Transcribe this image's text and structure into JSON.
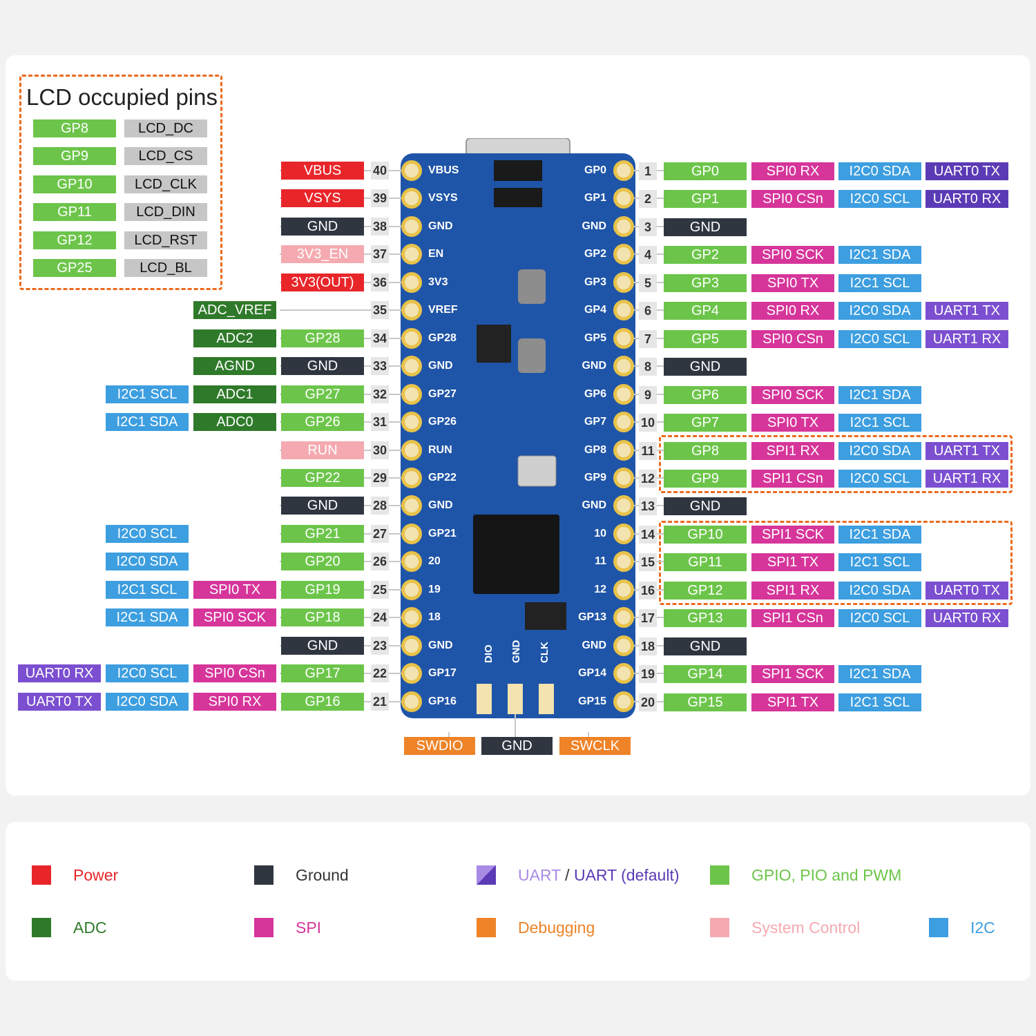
{
  "colors": {
    "power": "#e8262a",
    "ground": "#2f3640",
    "uart": "#7b4fd0",
    "uart_default": "#5b3bb5",
    "gpio": "#6cc54a",
    "adc": "#2f7a2a",
    "spi": "#d6359a",
    "debug": "#ee8327",
    "sysctl": "#f4aab0",
    "i2c": "#3d9ee0",
    "lcd": "#c6c6c6",
    "board": "#1f55a8"
  },
  "lcd_box": {
    "title": "LCD occupied pins",
    "rows": [
      {
        "gp": "GP8",
        "fn": "LCD_DC"
      },
      {
        "gp": "GP9",
        "fn": "LCD_CS"
      },
      {
        "gp": "GP10",
        "fn": "LCD_CLK"
      },
      {
        "gp": "GP11",
        "fn": "LCD_DIN"
      },
      {
        "gp": "GP12",
        "fn": "LCD_RST"
      },
      {
        "gp": "GP25",
        "fn": "LCD_BL"
      }
    ]
  },
  "left_pins": [
    {
      "num": "40",
      "silk": "VBUS",
      "tags": [
        {
          "text": "VBUS",
          "type": "power"
        }
      ]
    },
    {
      "num": "39",
      "silk": "VSYS",
      "tags": [
        {
          "text": "VSYS",
          "type": "power"
        }
      ]
    },
    {
      "num": "38",
      "silk": "GND",
      "tags": [
        {
          "text": "GND",
          "type": "ground"
        }
      ]
    },
    {
      "num": "37",
      "silk": "EN",
      "tags": [
        {
          "text": "3V3_EN",
          "type": "sysctl"
        }
      ]
    },
    {
      "num": "36",
      "silk": "3V3",
      "tags": [
        {
          "text": "3V3(OUT)",
          "type": "power"
        }
      ]
    },
    {
      "num": "35",
      "silk": "VREF",
      "tags": [
        {
          "text": "",
          "type": "none"
        },
        {
          "text": "ADC_VREF",
          "type": "adc"
        }
      ]
    },
    {
      "num": "34",
      "silk": "GP28",
      "tags": [
        {
          "text": "GP28",
          "type": "gpio"
        },
        {
          "text": "ADC2",
          "type": "adc"
        }
      ]
    },
    {
      "num": "33",
      "silk": "GND",
      "tags": [
        {
          "text": "GND",
          "type": "ground"
        },
        {
          "text": "AGND",
          "type": "adc"
        }
      ]
    },
    {
      "num": "32",
      "silk": "GP27",
      "tags": [
        {
          "text": "GP27",
          "type": "gpio"
        },
        {
          "text": "ADC1",
          "type": "adc"
        },
        {
          "text": "I2C1 SCL",
          "type": "i2c"
        }
      ]
    },
    {
      "num": "31",
      "silk": "GP26",
      "tags": [
        {
          "text": "GP26",
          "type": "gpio"
        },
        {
          "text": "ADC0",
          "type": "adc"
        },
        {
          "text": "I2C1 SDA",
          "type": "i2c"
        }
      ]
    },
    {
      "num": "30",
      "silk": "RUN",
      "tags": [
        {
          "text": "RUN",
          "type": "sysctl"
        }
      ]
    },
    {
      "num": "29",
      "silk": "GP22",
      "tags": [
        {
          "text": "GP22",
          "type": "gpio"
        }
      ]
    },
    {
      "num": "28",
      "silk": "GND",
      "tags": [
        {
          "text": "GND",
          "type": "ground"
        }
      ]
    },
    {
      "num": "27",
      "silk": "GP21",
      "tags": [
        {
          "text": "GP21",
          "type": "gpio"
        },
        {
          "text": "",
          "type": "none"
        },
        {
          "text": "I2C0 SCL",
          "type": "i2c"
        }
      ]
    },
    {
      "num": "26",
      "silk": "20",
      "tags": [
        {
          "text": "GP20",
          "type": "gpio"
        },
        {
          "text": "",
          "type": "none"
        },
        {
          "text": "I2C0 SDA",
          "type": "i2c"
        }
      ]
    },
    {
      "num": "25",
      "silk": "19",
      "tags": [
        {
          "text": "GP19",
          "type": "gpio"
        },
        {
          "text": "SPI0 TX",
          "type": "spi"
        },
        {
          "text": "I2C1 SCL",
          "type": "i2c"
        }
      ]
    },
    {
      "num": "24",
      "silk": "18",
      "tags": [
        {
          "text": "GP18",
          "type": "gpio"
        },
        {
          "text": "SPI0 SCK",
          "type": "spi"
        },
        {
          "text": "I2C1 SDA",
          "type": "i2c"
        }
      ]
    },
    {
      "num": "23",
      "silk": "GND",
      "tags": [
        {
          "text": "GND",
          "type": "ground"
        }
      ]
    },
    {
      "num": "22",
      "silk": "GP17",
      "tags": [
        {
          "text": "GP17",
          "type": "gpio"
        },
        {
          "text": "SPI0 CSn",
          "type": "spi"
        },
        {
          "text": "I2C0 SCL",
          "type": "i2c"
        },
        {
          "text": "UART0 RX",
          "type": "uart"
        }
      ]
    },
    {
      "num": "21",
      "silk": "GP16",
      "tags": [
        {
          "text": "GP16",
          "type": "gpio"
        },
        {
          "text": "SPI0 RX",
          "type": "spi"
        },
        {
          "text": "I2C0 SDA",
          "type": "i2c"
        },
        {
          "text": "UART0 TX",
          "type": "uart"
        }
      ]
    }
  ],
  "right_pins": [
    {
      "num": "1",
      "silk": "GP0",
      "tags": [
        {
          "text": "GP0",
          "type": "gpio"
        },
        {
          "text": "SPI0 RX",
          "type": "spi"
        },
        {
          "text": "I2C0 SDA",
          "type": "i2c"
        },
        {
          "text": "UART0 TX",
          "type": "uart_default"
        }
      ]
    },
    {
      "num": "2",
      "silk": "GP1",
      "tags": [
        {
          "text": "GP1",
          "type": "gpio"
        },
        {
          "text": "SPI0 CSn",
          "type": "spi"
        },
        {
          "text": "I2C0 SCL",
          "type": "i2c"
        },
        {
          "text": "UART0 RX",
          "type": "uart_default"
        }
      ]
    },
    {
      "num": "3",
      "silk": "GND",
      "tags": [
        {
          "text": "GND",
          "type": "ground"
        }
      ]
    },
    {
      "num": "4",
      "silk": "GP2",
      "tags": [
        {
          "text": "GP2",
          "type": "gpio"
        },
        {
          "text": "SPI0 SCK",
          "type": "spi"
        },
        {
          "text": "I2C1 SDA",
          "type": "i2c"
        }
      ]
    },
    {
      "num": "5",
      "silk": "GP3",
      "tags": [
        {
          "text": "GP3",
          "type": "gpio"
        },
        {
          "text": "SPI0 TX",
          "type": "spi"
        },
        {
          "text": "I2C1 SCL",
          "type": "i2c"
        }
      ]
    },
    {
      "num": "6",
      "silk": "GP4",
      "tags": [
        {
          "text": "GP4",
          "type": "gpio"
        },
        {
          "text": "SPI0 RX",
          "type": "spi"
        },
        {
          "text": "I2C0 SDA",
          "type": "i2c"
        },
        {
          "text": "UART1 TX",
          "type": "uart"
        }
      ]
    },
    {
      "num": "7",
      "silk": "GP5",
      "tags": [
        {
          "text": "GP5",
          "type": "gpio"
        },
        {
          "text": "SPI0 CSn",
          "type": "spi"
        },
        {
          "text": "I2C0 SCL",
          "type": "i2c"
        },
        {
          "text": "UART1 RX",
          "type": "uart"
        }
      ]
    },
    {
      "num": "8",
      "silk": "GND",
      "tags": [
        {
          "text": "GND",
          "type": "ground"
        }
      ]
    },
    {
      "num": "9",
      "silk": "GP6",
      "tags": [
        {
          "text": "GP6",
          "type": "gpio"
        },
        {
          "text": "SPI0 SCK",
          "type": "spi"
        },
        {
          "text": "I2C1 SDA",
          "type": "i2c"
        }
      ]
    },
    {
      "num": "10",
      "silk": "GP7",
      "tags": [
        {
          "text": "GP7",
          "type": "gpio"
        },
        {
          "text": "SPI0 TX",
          "type": "spi"
        },
        {
          "text": "I2C1 SCL",
          "type": "i2c"
        }
      ]
    },
    {
      "num": "11",
      "silk": "GP8",
      "tags": [
        {
          "text": "GP8",
          "type": "gpio"
        },
        {
          "text": "SPI1 RX",
          "type": "spi"
        },
        {
          "text": "I2C0 SDA",
          "type": "i2c"
        },
        {
          "text": "UART1 TX",
          "type": "uart"
        }
      ]
    },
    {
      "num": "12",
      "silk": "GP9",
      "tags": [
        {
          "text": "GP9",
          "type": "gpio"
        },
        {
          "text": "SPI1 CSn",
          "type": "spi"
        },
        {
          "text": "I2C0 SCL",
          "type": "i2c"
        },
        {
          "text": "UART1 RX",
          "type": "uart"
        }
      ]
    },
    {
      "num": "13",
      "silk": "GND",
      "tags": [
        {
          "text": "GND",
          "type": "ground"
        }
      ]
    },
    {
      "num": "14",
      "silk": "10",
      "tags": [
        {
          "text": "GP10",
          "type": "gpio"
        },
        {
          "text": "SPI1 SCK",
          "type": "spi"
        },
        {
          "text": "I2C1 SDA",
          "type": "i2c"
        }
      ]
    },
    {
      "num": "15",
      "silk": "11",
      "tags": [
        {
          "text": "GP11",
          "type": "gpio"
        },
        {
          "text": "SPI1 TX",
          "type": "spi"
        },
        {
          "text": "I2C1 SCL",
          "type": "i2c"
        }
      ]
    },
    {
      "num": "16",
      "silk": "12",
      "tags": [
        {
          "text": "GP12",
          "type": "gpio"
        },
        {
          "text": "SPI1 RX",
          "type": "spi"
        },
        {
          "text": "I2C0 SDA",
          "type": "i2c"
        },
        {
          "text": "UART0 TX",
          "type": "uart"
        }
      ]
    },
    {
      "num": "17",
      "silk": "GP13",
      "tags": [
        {
          "text": "GP13",
          "type": "gpio"
        },
        {
          "text": "SPI1 CSn",
          "type": "spi"
        },
        {
          "text": "I2C0 SCL",
          "type": "i2c"
        },
        {
          "text": "UART0 RX",
          "type": "uart"
        }
      ]
    },
    {
      "num": "18",
      "silk": "GND",
      "tags": [
        {
          "text": "GND",
          "type": "ground"
        }
      ]
    },
    {
      "num": "19",
      "silk": "GP14",
      "tags": [
        {
          "text": "GP14",
          "type": "gpio"
        },
        {
          "text": "SPI1 SCK",
          "type": "spi"
        },
        {
          "text": "I2C1 SDA",
          "type": "i2c"
        }
      ]
    },
    {
      "num": "20",
      "silk": "GP15",
      "tags": [
        {
          "text": "GP15",
          "type": "gpio"
        },
        {
          "text": "SPI1 TX",
          "type": "spi"
        },
        {
          "text": "I2C1 SCL",
          "type": "i2c"
        }
      ]
    }
  ],
  "debug_pins": [
    {
      "silk": "DIO",
      "tag": "SWDIO",
      "type": "debug"
    },
    {
      "silk": "GND",
      "tag": "GND",
      "type": "ground"
    },
    {
      "silk": "CLK",
      "tag": "SWCLK",
      "type": "debug"
    }
  ],
  "legend": [
    {
      "label": "Power",
      "type": "power"
    },
    {
      "label": "Ground",
      "type": "ground"
    },
    {
      "label": "UART",
      "sep": " / ",
      "label2": "UART (default)",
      "type": "uart"
    },
    {
      "label": "GPIO, PIO  and PWM",
      "type": "gpio"
    },
    {
      "label": "ADC",
      "type": "adc"
    },
    {
      "label": "SPI",
      "type": "spi"
    },
    {
      "label": "Debugging",
      "type": "debug"
    },
    {
      "label": "System Control",
      "type": "sysctl"
    },
    {
      "label": "I2C",
      "type": "i2c"
    }
  ]
}
